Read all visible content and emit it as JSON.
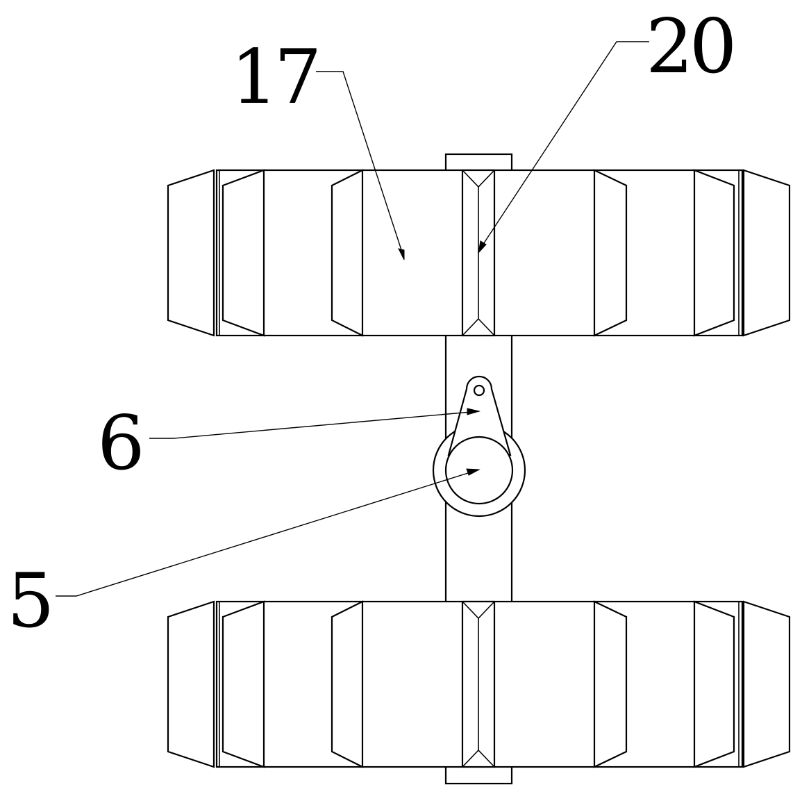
{
  "labels": {
    "part_17": "17",
    "part_20": "20",
    "part_6": "6",
    "part_5": "5"
  },
  "colors": {
    "line": "#000000",
    "background": "#ffffff"
  }
}
